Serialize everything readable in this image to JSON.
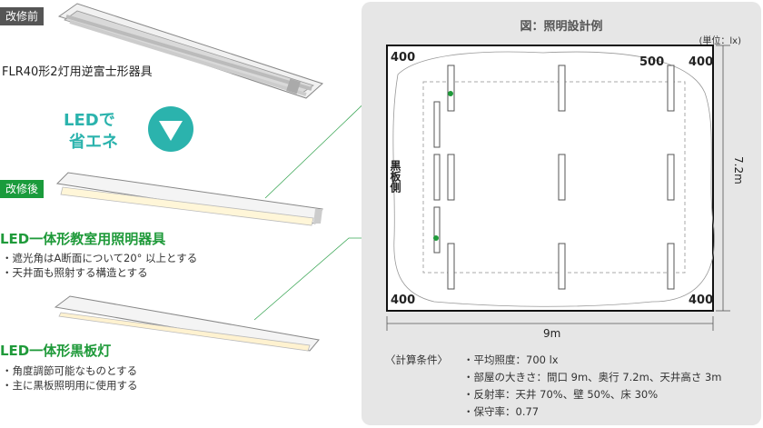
{
  "left": {
    "before_tag": "改修前",
    "before_fixture_name": "FLR40形2灯用逆富士形器具",
    "led_slogan_line1": "LEDで",
    "led_slogan_line2": "省エネ",
    "after_tag": "改修後",
    "product1_title": "LED一体形教室用照明器具",
    "product1_notes": [
      "・遮光角はA断面について20° 以上とする",
      "・天井面も照射する構造とする"
    ],
    "product2_title": "LED一体形黒板灯",
    "product2_notes": [
      "・角度調節可能なものとする",
      "・主に黒板照明用に使用する"
    ]
  },
  "diagram": {
    "title": "図：照明設計例",
    "unit": "(単位：lx)",
    "corner_values": {
      "top_left": "400",
      "top_mid": "500",
      "top_right": "400",
      "bottom_left": "400",
      "bottom_right": "400"
    },
    "blackboard_label": "黒板側",
    "width_label": "9m",
    "depth_label": "7.2m"
  },
  "conditions": {
    "heading": "〈計算条件〉",
    "items": [
      "・平均照度：700 lx",
      "・部屋の大きさ：間口 9m、奥行 7.2m、天井高さ 3m",
      "・反射率：天井 70%、壁 50%、床 30%",
      "・保守率：0.77"
    ]
  },
  "colors": {
    "accent_green": "#1f9a3a",
    "tag_gray": "#555555",
    "panel_bg": "#e6e6e6",
    "badge_teal": "#2bb3ad"
  }
}
